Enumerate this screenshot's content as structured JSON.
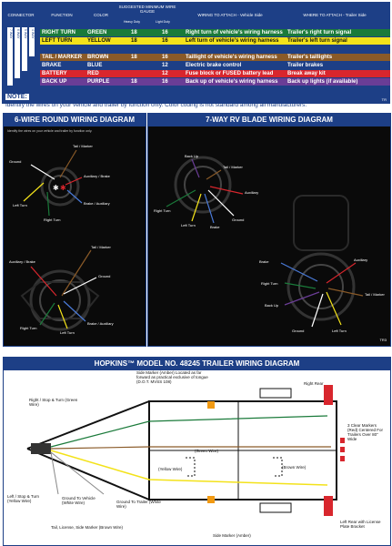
{
  "table": {
    "headers": {
      "connector": "CONNECTOR",
      "function": "FUNCTION",
      "color": "COLOR",
      "gauge": "SUGGESTED MINIMUM WIRE GAUGE",
      "gauge_a": "Heavy Duty",
      "gauge_b": "Light Duty",
      "vehicle": "WIRING TO ATTACH - Vehicle Side",
      "trailer": "WHERE TO ATTACH - Trailer Side"
    },
    "connector_labels": [
      "7 WAY",
      "6 WAY",
      "5 WAY",
      "4 WAY"
    ],
    "rows": [
      {
        "function": "RIGHT TURN",
        "color": "GREEN",
        "g1": "18",
        "g2": "16",
        "vehicle": "Right turn of vehicle's wiring harness",
        "trailer": "Trailer's right turn signal",
        "bg": "#1a7a3a",
        "fg": "#ffffff"
      },
      {
        "function": "LEFT TURN",
        "color": "YELLOW",
        "g1": "18",
        "g2": "16",
        "vehicle": "Left turn of vehicle's wiring harness",
        "trailer": "Trailer's left turn signal",
        "bg": "#f3e21a",
        "fg": "#111111"
      },
      {
        "function": "",
        "color": "",
        "g1": "",
        "g2": "",
        "vehicle": "",
        "trailer": "",
        "bg": "#1d3f86",
        "fg": "#ffffff"
      },
      {
        "function": "TAIL / MARKER",
        "color": "BROWN",
        "g1": "18",
        "g2": "16",
        "vehicle": "Taillight of vehicle's wiring harness",
        "trailer": "Trailer's taillights",
        "bg": "#8a5a28",
        "fg": "#ffffff"
      },
      {
        "function": "BRAKE",
        "color": "BLUE",
        "g1": "",
        "g2": "12",
        "vehicle": "Electric brake control",
        "trailer": "Trailer brakes",
        "bg": "#1d3f86",
        "fg": "#ffffff"
      },
      {
        "function": "BATTERY",
        "color": "RED",
        "g1": "",
        "g2": "12",
        "vehicle": "Fuse block or FUSED battery lead",
        "trailer": "Break away kit",
        "bg": "#d8262d",
        "fg": "#ffffff"
      },
      {
        "function": "BACK UP",
        "color": "PURPLE",
        "g1": "18",
        "g2": "16",
        "vehicle": "Back up of vehicle's wiring harness",
        "trailer": "Back up lights (if available)",
        "bg": "#6a3d96",
        "fg": "#ffffff"
      }
    ],
    "code": "TR"
  },
  "note": {
    "title": "NOTE:",
    "body": "Identify the wires on your vehicle and trailer by function only. Color coding is not standard among all manufacturers."
  },
  "six_wire": {
    "title": "6-WIRE ROUND WIRING DIAGRAM",
    "caption": "Identify the wires on your vehicle and trailer by function only.",
    "labels": [
      "Ground",
      "Left Turn",
      "Right Turn",
      "Auxiliary / Brake",
      "Brake / Auxiliary",
      "Tail / Marker",
      "Auxiliary / Brake",
      "Ground",
      "Right Turn",
      "Left Turn",
      "Brake / Auxiliary",
      "Tail / Marker"
    ]
  },
  "seven_way": {
    "title": "7-WAY RV BLADE WIRING DIAGRAM",
    "labels": [
      "Back Up",
      "Tail / Marker",
      "Right Turn",
      "Left Turn",
      "Brake",
      "Ground",
      "Auxiliary",
      "Tail / Marker",
      "Brake",
      "Right Turn",
      "Back Up",
      "Ground",
      "Left Turn"
    ],
    "code": "TR3"
  },
  "trailer": {
    "title": "HOPKINS™ MODEL NO. 48245 TRAILER WIRING DIAGRAM",
    "labels": {
      "right_stop_turn": "Right / Stop & Turn (Green Wire)",
      "left_stop_turn": "Left / Stop & Turn (Yellow Wire)",
      "side_marker": "Side Marker (Amber) Located as far forward as practical exclusive of tongue (D.O.T. MVSS 108)",
      "green_wire": "(Green Wire)",
      "yellow_wire": "(Yellow Wire)",
      "brown_wire": "(Brown Wire)",
      "ground_vehicle": "Ground To Vehicle (White Wire)",
      "ground_trailer": "Ground To Trailer (White Wire)",
      "tail_license": "Tail, License, Side Marker (Brown Wire)",
      "side_marker_bottom": "Side Marker (Amber)",
      "right_rear": "Right Rear",
      "rear_markers": "3 Clear Markers (Red) Centered For Trailers Over 80\" Wide",
      "left_rear": "Left Rear with License Plate Bracket"
    }
  },
  "colors": {
    "navy": "#1d3f86",
    "green": "#1a7a3a",
    "yellow": "#f3e21a",
    "brown": "#8a5a28",
    "blue": "#1d3f86",
    "red": "#d8262d",
    "purple": "#6a3d96",
    "amber": "#f29a12"
  }
}
